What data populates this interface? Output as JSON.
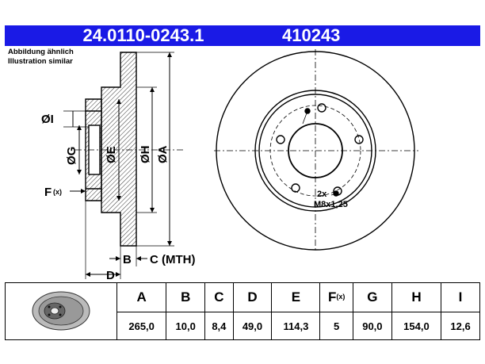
{
  "header": {
    "article_number": "24.0110-0243.1",
    "short_number": "410243"
  },
  "note": {
    "line1": "Abbildung ähnlich",
    "line2": "Illustration similar"
  },
  "drawing_labels": {
    "dia_i": "ØI",
    "dia_g": "ØG",
    "dia_e": "ØE",
    "dia_h": "ØH",
    "dia_a": "ØA",
    "f": "F",
    "f_sub": "(x)",
    "b": "B",
    "c": "C (MTH)",
    "d": "D",
    "bolt_note_1": "2x",
    "bolt_note_2": "M8x1,25"
  },
  "table": {
    "columns": [
      {
        "key": "A",
        "label": "A",
        "sub": "",
        "value": "265,0"
      },
      {
        "key": "B",
        "label": "B",
        "sub": "",
        "value": "10,0"
      },
      {
        "key": "C",
        "label": "C",
        "sub": "",
        "value": "8,4"
      },
      {
        "key": "D",
        "label": "D",
        "sub": "",
        "value": "49,0"
      },
      {
        "key": "E",
        "label": "E",
        "sub": "",
        "value": "114,3"
      },
      {
        "key": "F",
        "label": "F",
        "sub": "(x)",
        "value": "5"
      },
      {
        "key": "G",
        "label": "G",
        "sub": "",
        "value": "90,0"
      },
      {
        "key": "H",
        "label": "H",
        "sub": "",
        "value": "154,0"
      },
      {
        "key": "I",
        "label": "I",
        "sub": "",
        "value": "12,6"
      }
    ]
  },
  "colors": {
    "header_bg": "#1a1ae6",
    "header_text": "#ffffff",
    "line": "#000000"
  }
}
